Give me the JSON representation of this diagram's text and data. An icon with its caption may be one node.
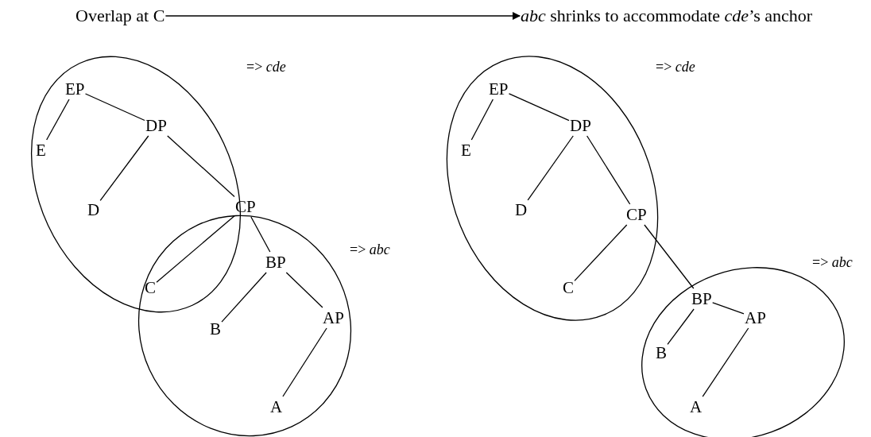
{
  "diagram": {
    "nodes": [
      {
        "text": [
          "Overlap at C"
        ]
      },
      {
        "text": [
          "*abc* shrinks to accommodate *cde*’s anchor"
        ]
      },
      {
        "text": [],
        "shape": "ellipse",
        "beside": [
          "=> *cde*"
        ]
      },
      {
        "text": [
          "EP"
        ],
        "in": 2
      },
      {
        "text": [
          "E"
        ],
        "in": 2
      },
      {
        "text": [
          "DP"
        ],
        "in": 2
      },
      {
        "text": [
          "D"
        ],
        "in": 2
      },
      {
        "text": [],
        "shape": "ellipse",
        "beside": [
          "=> *abc*"
        ]
      },
      {
        "text": [
          "CP"
        ]
      },
      {
        "text": [
          "C"
        ]
      },
      {
        "text": [
          "BP"
        ],
        "in": 7
      },
      {
        "text": [
          "B"
        ],
        "in": 7
      },
      {
        "text": [
          "AP"
        ],
        "in": 7
      },
      {
        "text": [
          "A"
        ],
        "in": 7
      },
      {
        "text": [],
        "shape": "ellipse",
        "beside": [
          "=> *cde*"
        ]
      },
      {
        "text": [
          "EP"
        ],
        "in": 14
      },
      {
        "text": [
          "E"
        ],
        "in": 14
      },
      {
        "text": [
          "DP"
        ],
        "in": 14
      },
      {
        "text": [
          "D"
        ],
        "in": 14
      },
      {
        "text": [
          "CP"
        ],
        "in": 14
      },
      {
        "text": [
          "C"
        ],
        "in": 14
      },
      {
        "text": [],
        "shape": "ellipse",
        "beside": [
          "=> *abc*"
        ]
      },
      {
        "text": [
          "BP"
        ],
        "in": 21
      },
      {
        "text": [
          "B"
        ],
        "in": 21
      },
      {
        "text": [
          "AP"
        ],
        "in": 21
      },
      {
        "text": [
          "A"
        ],
        "in": 21
      }
    ],
    "edges": [
      {
        "from": 0,
        "to": 1,
        "arrow": "to"
      },
      {
        "from": 3,
        "to": 4,
        "arrow": "none"
      },
      {
        "from": 3,
        "to": 5,
        "arrow": "none"
      },
      {
        "from": 5,
        "to": 6,
        "arrow": "none"
      },
      {
        "from": 5,
        "to": 8,
        "arrow": "none"
      },
      {
        "from": 8,
        "to": 9,
        "arrow": "none"
      },
      {
        "from": 8,
        "to": 10,
        "arrow": "none"
      },
      {
        "from": 10,
        "to": 11,
        "arrow": "none"
      },
      {
        "from": 10,
        "to": 12,
        "arrow": "none"
      },
      {
        "from": 12,
        "to": 13,
        "arrow": "none"
      },
      {
        "from": 15,
        "to": 16,
        "arrow": "none"
      },
      {
        "from": 15,
        "to": 17,
        "arrow": "none"
      },
      {
        "from": 17,
        "to": 18,
        "arrow": "none"
      },
      {
        "from": 17,
        "to": 19,
        "arrow": "none"
      },
      {
        "from": 19,
        "to": 20,
        "arrow": "none"
      },
      {
        "from": 19,
        "to": 22,
        "arrow": "none"
      },
      {
        "from": 22,
        "to": 23,
        "arrow": "none"
      },
      {
        "from": 22,
        "to": 24,
        "arrow": "none"
      },
      {
        "from": 24,
        "to": 25,
        "arrow": "none"
      }
    ]
  }
}
